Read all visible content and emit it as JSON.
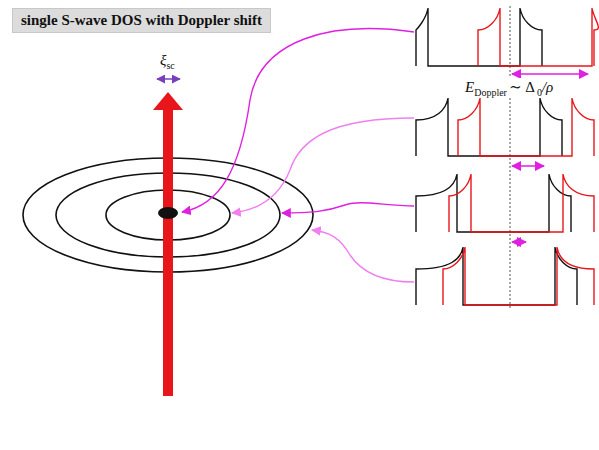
{
  "diagram": {
    "nodes": [
      {
        "text": [
          "single S-wave DOS with Doppler shift"
        ]
      }
    ],
    "labels": [
      "ξ",
      "sc",
      "E",
      "Doppler",
      "∼ Δ",
      "0",
      "/ρ"
    ]
  }
}
